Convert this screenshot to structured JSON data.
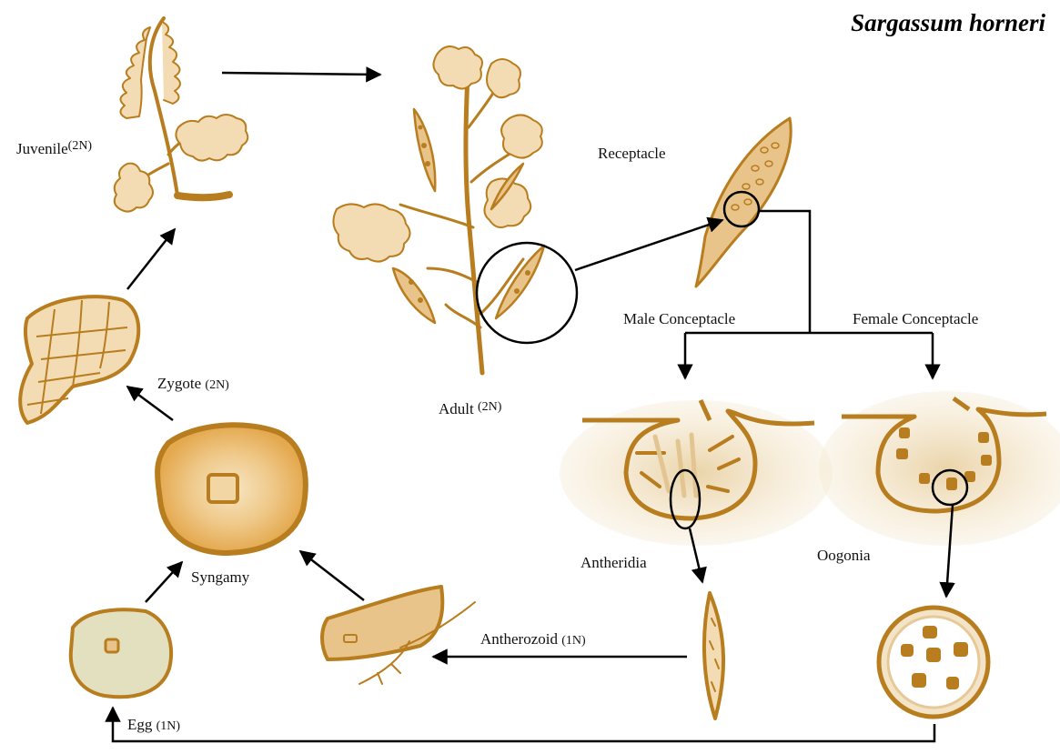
{
  "title": "Sargassum horneri",
  "stages": {
    "juvenile": {
      "name": "Juvenile",
      "ploidy": "(2N)"
    },
    "adult": {
      "name": "Adult",
      "ploidy": "(2N)"
    },
    "receptacle": {
      "name": "Receptacle"
    },
    "male_conceptacle": {
      "name": "Male Conceptacle"
    },
    "female_conceptacle": {
      "name": "Female Conceptacle"
    },
    "antheridia": {
      "name": "Antheridia"
    },
    "oogonia": {
      "name": "Oogonia"
    },
    "antherozoid": {
      "name": "Antherozoid",
      "ploidy": "(1N)"
    },
    "egg": {
      "name": "Egg",
      "ploidy": "(1N)"
    },
    "syngamy": {
      "name": "Syngamy"
    },
    "zygote": {
      "name": "Zygote",
      "ploidy": "(2N)"
    }
  },
  "colors": {
    "outline": "#b87d1e",
    "fill": "#e9c48a",
    "fill_light": "#f3dcb3",
    "egg_fill": "#e3e0bf",
    "tissue": "#ecd7b1",
    "arrow": "#000000"
  }
}
